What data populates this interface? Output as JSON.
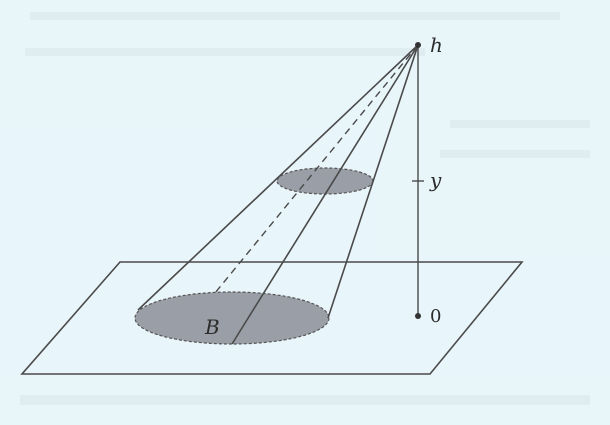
{
  "diagram": {
    "labels": {
      "apex": "h",
      "middle": "y",
      "base": "B",
      "origin": "0"
    },
    "colors": {
      "background": "#e8f6fa",
      "line": "#4a4a4a",
      "fill": "#9a9ea6"
    }
  }
}
